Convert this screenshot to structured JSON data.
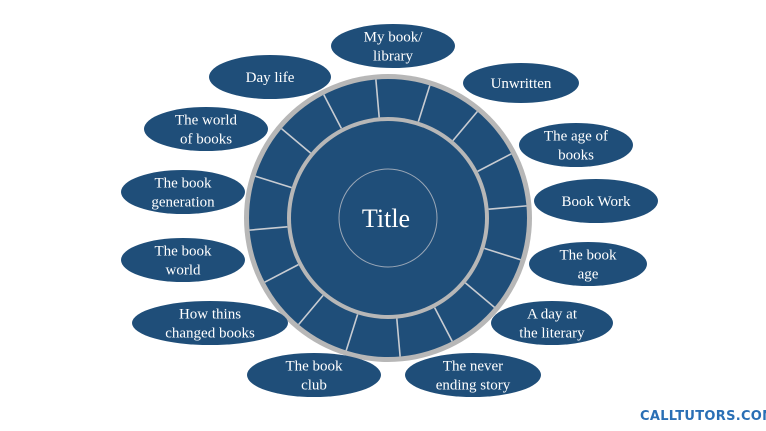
{
  "diagram": {
    "title": "Title",
    "ring_segments": 16,
    "colors": {
      "fill": "#1f4e79",
      "ring_gray": "#b7b7b7",
      "divider": "#c8ccd2",
      "inner_outline": "#9aa7b7",
      "text": "#ffffff"
    },
    "labels": [
      {
        "lines": [
          "My book/",
          "library"
        ]
      },
      {
        "lines": [
          "Unwritten"
        ]
      },
      {
        "lines": [
          "The age of",
          "books"
        ]
      },
      {
        "lines": [
          "Book Work"
        ]
      },
      {
        "lines": [
          "The book",
          "age"
        ]
      },
      {
        "lines": [
          "A day at",
          "the literary"
        ]
      },
      {
        "lines": [
          "The never",
          "ending story"
        ]
      },
      {
        "lines": [
          "The book",
          "club"
        ]
      },
      {
        "lines": [
          "How thins",
          "changed books"
        ]
      },
      {
        "lines": [
          "The book",
          "world"
        ]
      },
      {
        "lines": [
          "The book",
          "generation"
        ]
      },
      {
        "lines": [
          "The world",
          "of books"
        ]
      },
      {
        "lines": [
          "Day life"
        ]
      }
    ]
  },
  "watermark": "CALLTUTORS.COM"
}
